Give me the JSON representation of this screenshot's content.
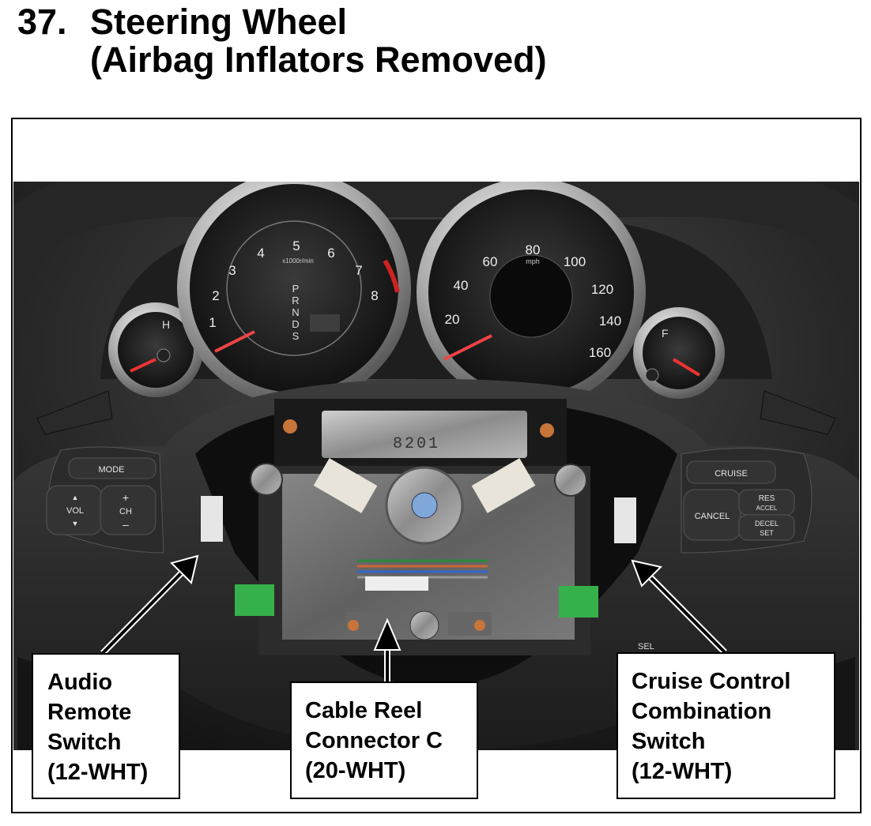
{
  "title": {
    "number": "37.",
    "line1": "Steering Wheel",
    "line2": "(Airbag Inflators Removed)"
  },
  "photo": {
    "tachometer": {
      "numbers": [
        "1",
        "2",
        "3",
        "4",
        "5",
        "6",
        "7",
        "8"
      ],
      "unit": "x1000r/min",
      "gear": [
        "P",
        "R",
        "N",
        "D",
        "S"
      ]
    },
    "speedometer": {
      "numbers": [
        "20",
        "40",
        "60",
        "80",
        "100",
        "120",
        "140",
        "160"
      ],
      "unit": "mph"
    },
    "temp_gauge_label": "H",
    "fuel_gauge_label": "F",
    "plate_code": "8201",
    "left_switch": {
      "mode": "MODE",
      "vol": "VOL",
      "ch": "CH",
      "plus": "+",
      "minus": "–",
      "up": "▲",
      "down": "▼"
    },
    "right_switch": {
      "cruise": "CRUISE",
      "cancel": "CANCEL",
      "res1": "RES",
      "res2": "ACCEL",
      "decel1": "DECEL",
      "decel2": "SET"
    },
    "sel": "SEL"
  },
  "callouts": {
    "audio": [
      "Audio",
      "Remote",
      "Switch",
      "(12-WHT)"
    ],
    "cable": [
      "Cable Reel",
      "Connector C",
      "(20-WHT)"
    ],
    "cruise": [
      "Cruise Control",
      "Combination",
      "Switch",
      "(12-WHT)"
    ]
  }
}
